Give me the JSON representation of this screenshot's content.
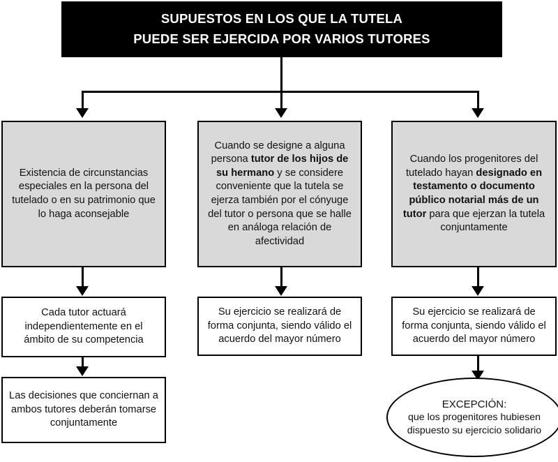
{
  "title": {
    "line1": "SUPUESTOS EN LOS QUE LA TUTELA",
    "line2": "PUEDE SER EJERCIDA POR VARIOS TUTORES"
  },
  "colors": {
    "banner_background": "#000000",
    "banner_text": "#ffffff",
    "shaded_box_background": "#d9d9d9",
    "plain_box_background": "#ffffff",
    "stroke": "#000000"
  },
  "columns": [
    {
      "id": "left",
      "premise": {
        "text": "Existencia de circunstancias especiales en la persona del tutelado o en su patrimonio que lo haga aconsejable",
        "shaded": true
      },
      "consequence": {
        "text": "Cada tutor actuará independientemente en el ámbito de su competencia",
        "shaded": false
      },
      "detail": {
        "text": "Las decisiones que conciernan a ambos tutores deberán tomarse conjuntamente",
        "shaded": false
      }
    },
    {
      "id": "center",
      "premise": {
        "segments": [
          {
            "text": "Cuando se designe a alguna persona ",
            "bold": false
          },
          {
            "text": "tutor de los hijos de su hermano",
            "bold": true
          },
          {
            "text": " y se considere conveniente que la tutela se ejerza también por el cónyuge del tutor o persona que se halle en análoga relación de afectividad",
            "bold": false
          }
        ],
        "shaded": true
      },
      "consequence": {
        "text": "Su ejercicio se realizará de forma conjunta, siendo válido el acuerdo del mayor número",
        "shaded": false
      }
    },
    {
      "id": "right",
      "premise": {
        "segments": [
          {
            "text": "Cuando los progenitores del tutelado hayan ",
            "bold": false
          },
          {
            "text": "designado en testamento o documento público notarial más de un tutor",
            "bold": true
          },
          {
            "text": " para que ejerzan la tutela conjuntamente",
            "bold": false
          }
        ],
        "shaded": true
      },
      "consequence": {
        "text": "Su ejercicio se realizará de forma conjunta, siendo válido el acuerdo del mayor número",
        "shaded": false
      },
      "exception": {
        "label": "EXCEPCIÓN:",
        "text": "que los progenitores hubiesen dispuesto su ejercicio solidario"
      }
    }
  ]
}
